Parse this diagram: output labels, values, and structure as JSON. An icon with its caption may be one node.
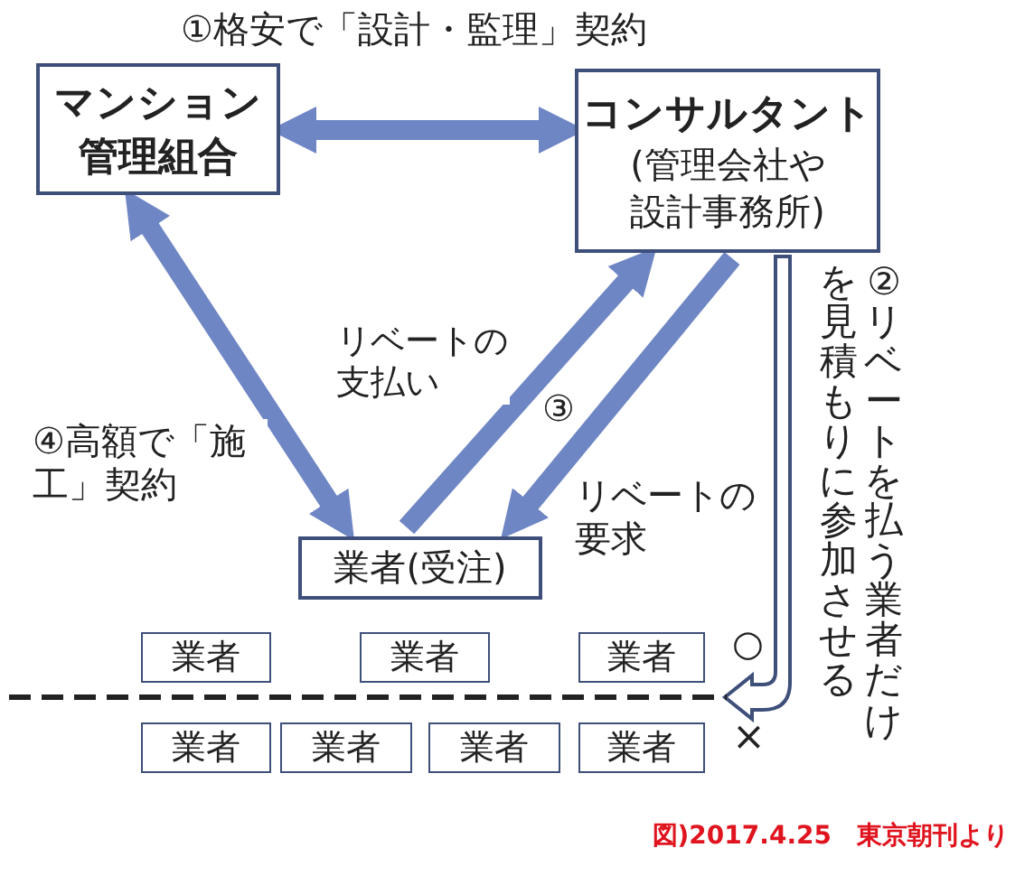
{
  "diagram": {
    "nodes": [
      {
        "text": [
          "マンション管理組合"
        ]
      },
      {
        "text": [
          "コンサルタント",
          "(管理会社や設計事務所)"
        ]
      },
      {
        "text": [
          "業者(受注)"
        ]
      },
      {
        "text": [
          "業者"
        ]
      },
      {
        "text": [
          "業者"
        ]
      },
      {
        "text": [
          "業者"
        ]
      },
      {
        "text": [
          "業者"
        ]
      },
      {
        "text": [
          "業者"
        ]
      },
      {
        "text": [
          "業者"
        ]
      },
      {
        "text": [
          "業者"
        ]
      }
    ],
    "edges": [
      {
        "from": 0,
        "to": 1,
        "arrow": "both",
        "label": "①格安で「設計・監理」契約"
      },
      {
        "from": 0,
        "to": 2,
        "arrow": "both",
        "label": "④高額で「施工」契約"
      },
      {
        "from": 2,
        "to": 1,
        "arrow": "to",
        "label": "リベートの支払い"
      },
      {
        "from": 1,
        "to": 2,
        "arrow": "to",
        "label": "リベートの要求"
      },
      {
        "from": 1,
        "to": null,
        "arrow": "to",
        "label": "②リベートを払う業者だけ"
      }
    ],
    "labels": [
      "を見積もりに参加させる",
      "③",
      "○",
      "×",
      "図)2017.4.25　東京朝刊より"
    ]
  }
}
